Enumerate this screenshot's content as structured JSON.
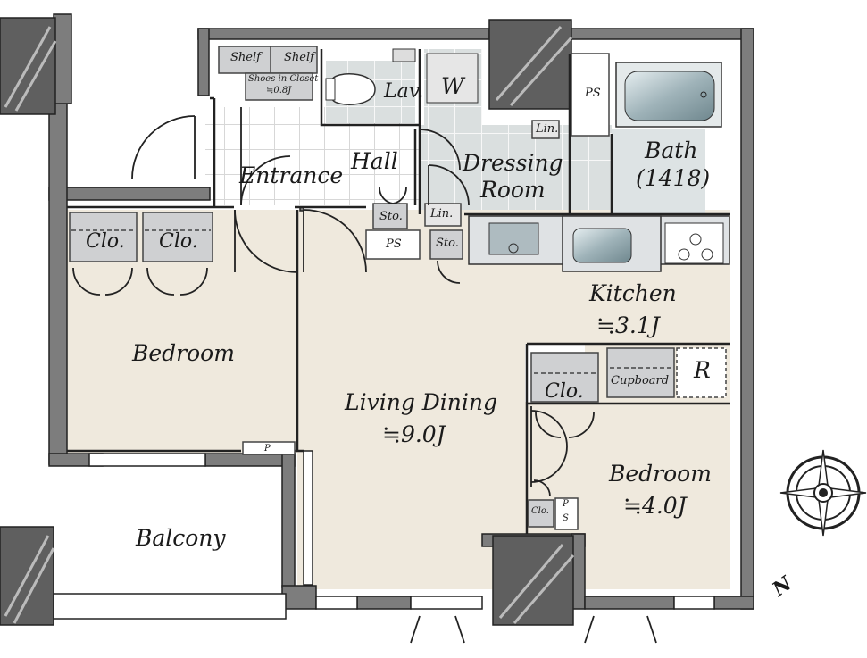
{
  "rooms": {
    "entrance": "Entrance",
    "hall": "Hall",
    "lav": "Lav.",
    "washer": "W",
    "dressing_line1": "Dressing",
    "dressing_line2": "Room",
    "bath": "Bath",
    "bath_size": "(1418)",
    "kitchen": "Kitchen",
    "kitchen_area": "≒3.1J",
    "bedroom_left": "Bedroom",
    "living_dining": "Living Dining",
    "living_dining_area": "≒9.0J",
    "bedroom_right": "Bedroom",
    "bedroom_right_area": "≒4.0J",
    "balcony": "Balcony",
    "cupboard": "Cupboard",
    "refrigerator": "R"
  },
  "storage": {
    "shelf_left": "Shelf",
    "shelf_right": "Shelf",
    "shoes_closet_line1": "Shoes in Closet",
    "shoes_closet_line2": "≒0.8J",
    "ps_top": "PS",
    "ps_hall": "PS",
    "ps_bed_p": "P",
    "ps_bed_s": "S",
    "lin_top": "Lin.",
    "lin_hall": "Lin.",
    "sto_hall": "Sto.",
    "sto_lower": "Sto.",
    "clo_1": "Clo.",
    "clo_2": "Clo.",
    "clo_kitchen": "Clo.",
    "clo_small": "Clo.",
    "pipe_p": "P"
  },
  "compass": {
    "north_label": "N"
  },
  "colors": {
    "wall": "#7d7d7d",
    "wall_outline": "#222222",
    "floor_wood": "#efe9dd",
    "floor_tile": "#d9dede",
    "storage_gray": "#cfd0d2",
    "fixture_blue": "#b7c6cb"
  }
}
